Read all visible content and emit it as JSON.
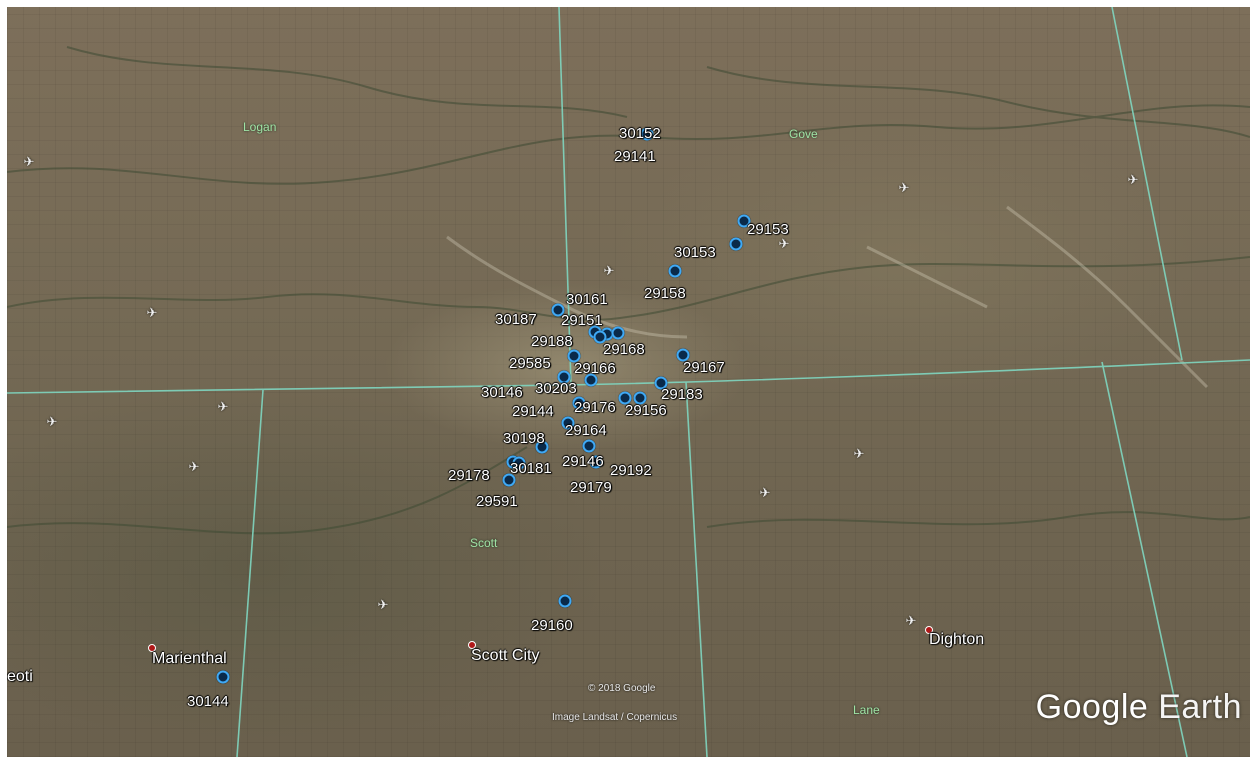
{
  "map": {
    "counties": [
      {
        "id": "logan",
        "label": "Logan"
      },
      {
        "id": "gove",
        "label": "Gove"
      },
      {
        "id": "scott",
        "label": "Scott"
      },
      {
        "id": "lane",
        "label": "Lane"
      }
    ],
    "cities": [
      {
        "id": "marienthal",
        "label": "Marienthal"
      },
      {
        "id": "scott-city",
        "label": "Scott City"
      },
      {
        "id": "dighton",
        "label": "Dighton"
      },
      {
        "id": "leoti-partial",
        "label": "eoti"
      }
    ],
    "well_markers": [
      "30152",
      "29141",
      "29153",
      "30153",
      "29158",
      "30161",
      "30187",
      "29151",
      "29188",
      "29168",
      "29167",
      "29585",
      "29166",
      "30203",
      "30146",
      "29183",
      "29176",
      "29156",
      "29144",
      "29164",
      "30198",
      "29146",
      "29192",
      "30181",
      "29179",
      "29178",
      "29591",
      "29160",
      "30144"
    ],
    "attribution": {
      "copyright": "© 2018 Google",
      "imagery": "Image Landsat / Copernicus"
    },
    "brand": {
      "name": "Google",
      "product": "Earth"
    },
    "colors": {
      "marker_ring": "#3fa9f5",
      "marker_fill": "#0a2a4a",
      "county_label": "#9fe3a5",
      "boundary": "#7fd6c0",
      "city_dot": "#b01818"
    },
    "icons": [
      "airport-icon",
      "city-dot-icon",
      "well-marker-icon"
    ]
  }
}
